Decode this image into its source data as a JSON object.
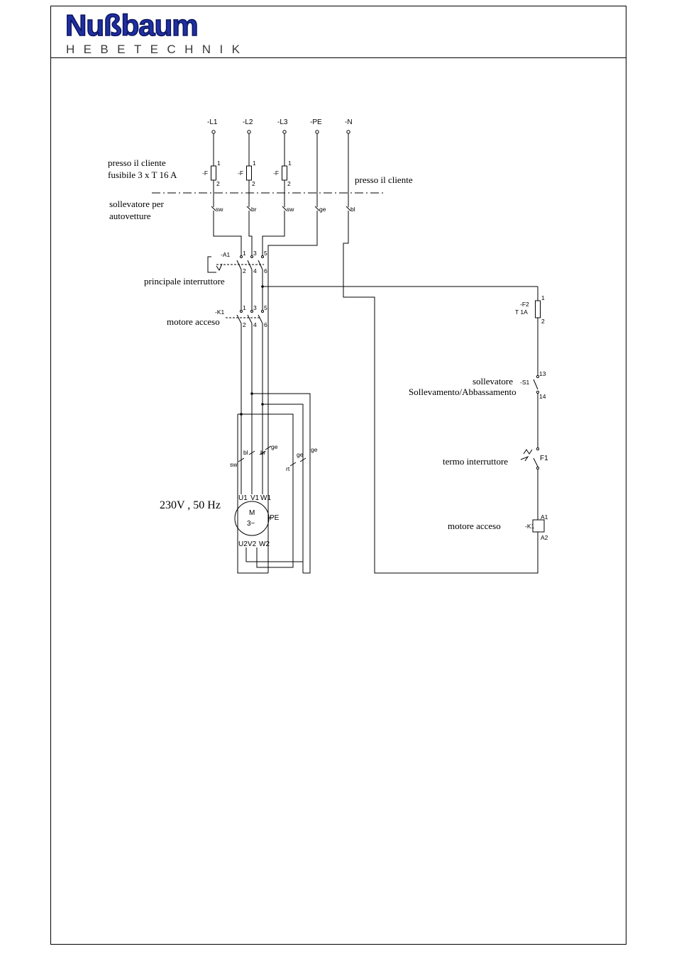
{
  "logo": {
    "brand": "Nußbaum",
    "tagline": "HEBETECHNIK",
    "color": "#1f2fa0"
  },
  "terminals": [
    "-L1",
    "-L2",
    "-L3",
    "-PE",
    "-N"
  ],
  "fuses": {
    "label": "-F",
    "pin_top": "1",
    "pin_bottom": "2"
  },
  "annotations": {
    "customer_fuse_line1": "presso il cliente",
    "customer_fuse_line2": "fusibile 3 x T 16 A",
    "customer_side": "presso il cliente",
    "lift_line1": "sollevatore per",
    "lift_line2": "autovetture",
    "main_switch": "principale interruttore",
    "motor_on_1": "motore acceso",
    "supply": "230V , 50 Hz",
    "lift_switch_1": "sollevatore",
    "lift_switch_2": "Sollevamento/Abbassamento",
    "thermal_switch": "termo interruttore",
    "motor_on_2": "motore acceso"
  },
  "wire_colors": {
    "top": [
      "sw",
      "br",
      "sw",
      "ge",
      "bl"
    ],
    "motor": [
      "sw",
      "bl",
      "br",
      "ge",
      "rt",
      "ge"
    ]
  },
  "main_switch": {
    "label": "-A1",
    "pins_top": [
      "1",
      "3",
      "5"
    ],
    "pins_bottom": [
      "2",
      "4",
      "6"
    ]
  },
  "contactor": {
    "label": "-K1",
    "pins_top": [
      "1",
      "3",
      "5"
    ],
    "pins_bottom": [
      "2",
      "4",
      "6"
    ]
  },
  "motor": {
    "label_m": "M",
    "label_phase": "3~",
    "terminals_top": [
      "U1",
      "V1",
      "W1"
    ],
    "terminals_bottom": [
      "U2",
      "V2",
      "W2"
    ],
    "pe": "PE"
  },
  "control": {
    "fuse_label": "-F2",
    "fuse_rating": "T 1A",
    "fuse_pin_top": "1",
    "fuse_pin_bottom": "2",
    "switch_label": "-S1",
    "switch_pin_top": "13",
    "switch_pin_bottom": "14",
    "thermal_label": "F1",
    "coil_label": "-K1",
    "coil_a1": "A1",
    "coil_a2": "A2"
  }
}
